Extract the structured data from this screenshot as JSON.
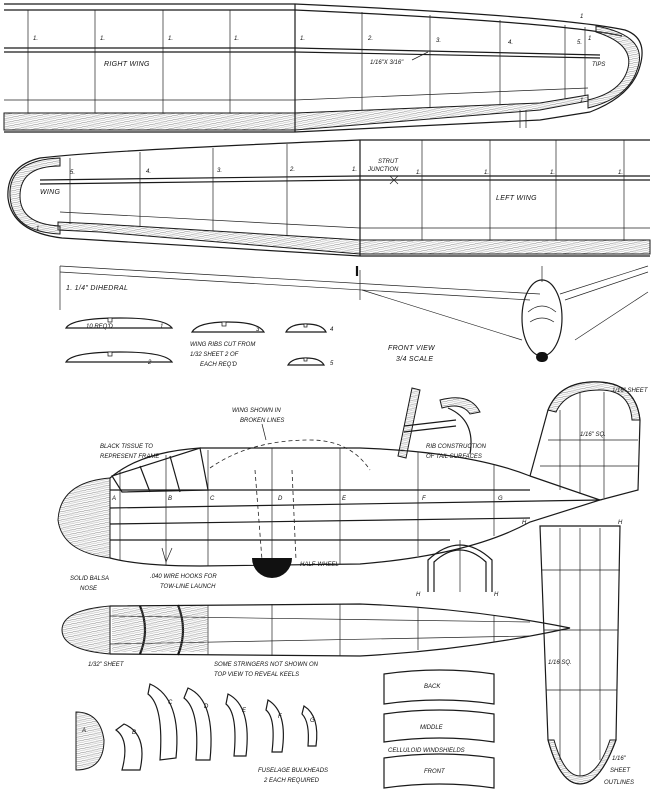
{
  "right_wing": {
    "title": "RIGHT WING",
    "rib_numbers": [
      "1.",
      "1.",
      "1.",
      "1.",
      "1.",
      "2.",
      "3.",
      "4.",
      "5."
    ],
    "spar_note": "1/16\"X 3/16\"",
    "tips": "TIPS",
    "tip_marks": [
      "1",
      "1",
      "1"
    ]
  },
  "left_wing": {
    "title": "LEFT WING",
    "wing_tip_label": "WING",
    "rib_numbers": [
      "5.",
      "4.",
      "3.",
      "2.",
      "1.",
      "1.",
      "1.",
      "1.",
      "1."
    ],
    "tip_mark": "1",
    "strut_junction": "STRUT\nJUNCTION"
  },
  "front_view": {
    "dihedral": "1. 1/4\" DIHEDRAL",
    "title": "FRONT VIEW\n3/4 SCALE"
  },
  "wing_ribs": {
    "note": "WING RIBS CUT FROM\n1/32 SHEET 2 OF\nEACH REQ'D",
    "ribs": [
      {
        "label": "10 REQ'D",
        "num": "1"
      },
      {
        "label": "",
        "num": "2"
      },
      {
        "label": "",
        "num": "3"
      },
      {
        "label": "",
        "num": "4"
      },
      {
        "label": "",
        "num": "5"
      }
    ]
  },
  "fuselage_side": {
    "wing_note": "WING SHOWN IN\nBROKEN LINES",
    "tissue_note": "BLACK TISSUE TO\nREPRESENT FRAME",
    "nose_note": "SOLID BALSA\nNOSE",
    "hook_note": ".040 WIRE HOOKS FOR\nTOW-LINE LAUNCH",
    "wheel_note": "HALF-WHEEL",
    "station_letters": [
      "A",
      "B",
      "C",
      "D",
      "E",
      "F",
      "G"
    ]
  },
  "tail": {
    "sheet_note": "1/16\" SHEET",
    "sq_note": "1/16\" SQ.",
    "rib_note": "RIB CONSTRUCTION\nOF TAIL SURFACES",
    "h_marks": [
      "H",
      "H",
      "H",
      "H"
    ],
    "stab_sq": "1/16 SQ.",
    "stab_sheet": "1/16\"\nSHEET\nOUTLINES"
  },
  "fuselage_top": {
    "sheet_note": "1/32\" SHEET",
    "stringer_note": "SOME STRINGERS NOT SHOWN ON\nTOP VIEW TO REVEAL KEELS"
  },
  "bulkheads": {
    "note": "FUSELAGE BULKHEADS\n2 EACH REQUIRED",
    "letters": [
      "A",
      "B",
      "C",
      "D",
      "E",
      "F",
      "G"
    ]
  },
  "windshields": {
    "back": "BACK",
    "middle": "MIDDLE",
    "front": "FRONT",
    "note": "CELLULOID WINDSHIELDS"
  },
  "colors": {
    "ink": "#1a1a1a",
    "paper": "#ffffff"
  }
}
